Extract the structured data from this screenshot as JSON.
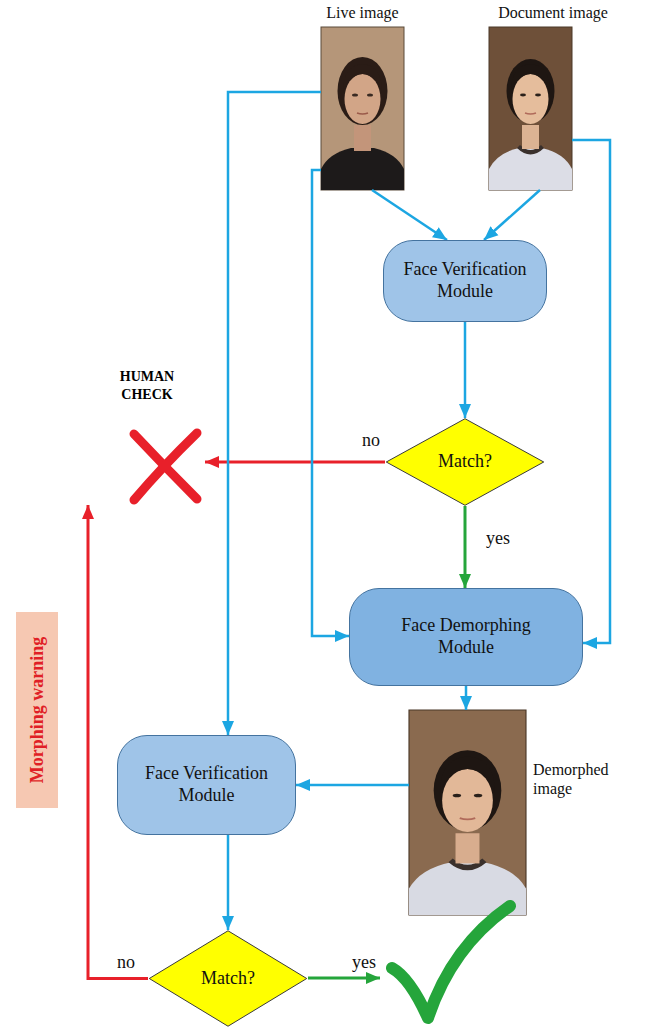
{
  "diagram": {
    "nodes": [
      {
        "text": [
          "Live image"
        ]
      },
      {
        "text": [
          "Document image"
        ]
      },
      {
        "text": [
          "Face Verification Module"
        ]
      },
      {
        "text": [
          "HUMAN CHECK"
        ]
      },
      {
        "text": [
          "Match?"
        ]
      },
      {
        "text": [
          "Face Demorphing Module"
        ]
      },
      {
        "text": [
          "Face Verification Module"
        ]
      },
      {
        "text": [
          "Demorphed image"
        ]
      },
      {
        "text": [
          "Match?"
        ]
      }
    ],
    "edges": [
      {
        "from": 0,
        "to": 2,
        "arrow": "to"
      },
      {
        "from": 1,
        "to": 2,
        "arrow": "to"
      },
      {
        "from": 2,
        "to": 4,
        "arrow": "to"
      },
      {
        "from": 4,
        "to": 3,
        "label": "no",
        "arrow": "to"
      },
      {
        "from": 4,
        "to": 5,
        "label": "yes",
        "arrow": "to"
      },
      {
        "from": 0,
        "to": 5,
        "arrow": "to"
      },
      {
        "from": 1,
        "to": 5,
        "arrow": "to"
      },
      {
        "from": 0,
        "to": 6,
        "arrow": "to"
      },
      {
        "from": 5,
        "to": 7,
        "arrow": "to"
      },
      {
        "from": 7,
        "to": 6,
        "arrow": "to"
      },
      {
        "from": 6,
        "to": 8,
        "arrow": "to"
      },
      {
        "from": 8,
        "to": 3,
        "label": "no",
        "arrow": "to"
      }
    ],
    "labels": [
      "yes",
      "Morphing warning"
    ]
  }
}
